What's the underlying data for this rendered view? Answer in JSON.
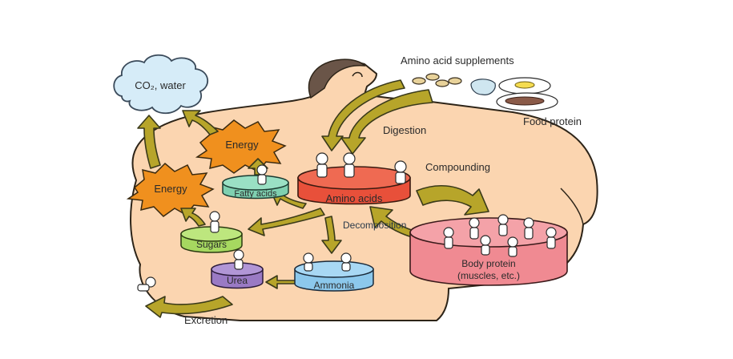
{
  "diagram": {
    "title": "Protein metabolism in the body",
    "labels": {
      "co2_water": "CO₂, water",
      "amino_acid_supplements": "Amino acid supplements",
      "food_protein": "Food protein",
      "digestion": "Digestion",
      "compounding": "Compounding",
      "decomposition": "Decomposition",
      "excretion": "Excretion",
      "energy_top": "Energy",
      "energy_left": "Energy"
    },
    "pools": {
      "amino_acids": "Amino acids",
      "fatty_acids": "Fatty acids",
      "sugars": "Sugars",
      "urea": "Urea",
      "ammonia": "Ammonia",
      "body_protein_line1": "Body protein",
      "body_protein_line2": "(muscles, etc.)"
    },
    "colors": {
      "body_skin": "#fbd5b0",
      "arrow": "#b7a52a",
      "cloud": "#d6ecf8",
      "energy": "#f0901e",
      "amino_acids": "#e8503a",
      "fatty_acids": "#7fd0b0",
      "sugars": "#a6d860",
      "urea": "#9a7ac4",
      "ammonia": "#8cc8ec",
      "body_protein": "#f08a92"
    }
  }
}
